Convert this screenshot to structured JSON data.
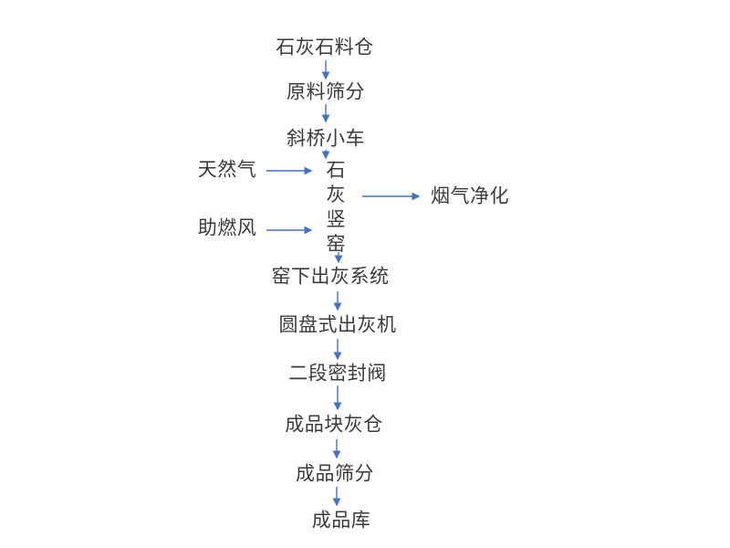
{
  "diagram": {
    "type": "flowchart",
    "subject": "lime-kiln-production-process",
    "colors": {
      "background": "#FFFFFF",
      "arrow": "#4472C4",
      "text": "#3B3B3B"
    },
    "nodes": [
      {
        "id": "limestone-silo",
        "label": "石灰石料仓"
      },
      {
        "id": "raw-material-screening",
        "label": "原料筛分"
      },
      {
        "id": "inclined-bridge-trolley",
        "label": "斜桥小车"
      },
      {
        "id": "lime-shaft-kiln",
        "label": "石灰竖窑",
        "orientation": "vertical"
      },
      {
        "id": "natural-gas",
        "label": "天然气"
      },
      {
        "id": "combustion-air",
        "label": "助燃风"
      },
      {
        "id": "flue-gas-purification",
        "label": "烟气净化"
      },
      {
        "id": "kiln-bottom-ash-discharge-system",
        "label": "窑下出灰系统"
      },
      {
        "id": "disc-ash-discharger",
        "label": "圆盘式出灰机"
      },
      {
        "id": "two-stage-seal-valve",
        "label": "二段密封阀"
      },
      {
        "id": "finished-lump-lime-silo",
        "label": "成品块灰仓"
      },
      {
        "id": "finished-product-screening",
        "label": "成品筛分"
      },
      {
        "id": "finished-product-warehouse",
        "label": "成品库"
      }
    ],
    "edges": [
      {
        "from": "石灰石料仓",
        "to": "原料筛分",
        "direction": "down"
      },
      {
        "from": "原料筛分",
        "to": "斜桥小车",
        "direction": "down"
      },
      {
        "from": "斜桥小车",
        "to": "石灰竖窑",
        "direction": "down"
      },
      {
        "from": "天然气",
        "to": "石灰竖窑",
        "direction": "right"
      },
      {
        "from": "助燃风",
        "to": "石灰竖窑",
        "direction": "right"
      },
      {
        "from": "石灰竖窑",
        "to": "烟气净化",
        "direction": "right"
      },
      {
        "from": "石灰竖窑",
        "to": "窑下出灰系统",
        "direction": "down"
      },
      {
        "from": "窑下出灰系统",
        "to": "圆盘式出灰机",
        "direction": "down"
      },
      {
        "from": "圆盘式出灰机",
        "to": "二段密封阀",
        "direction": "down"
      },
      {
        "from": "二段密封阀",
        "to": "成品块灰仓",
        "direction": "down"
      },
      {
        "from": "成品块灰仓",
        "to": "成品筛分",
        "direction": "down"
      },
      {
        "from": "成品筛分",
        "to": "成品库",
        "direction": "down"
      }
    ]
  }
}
